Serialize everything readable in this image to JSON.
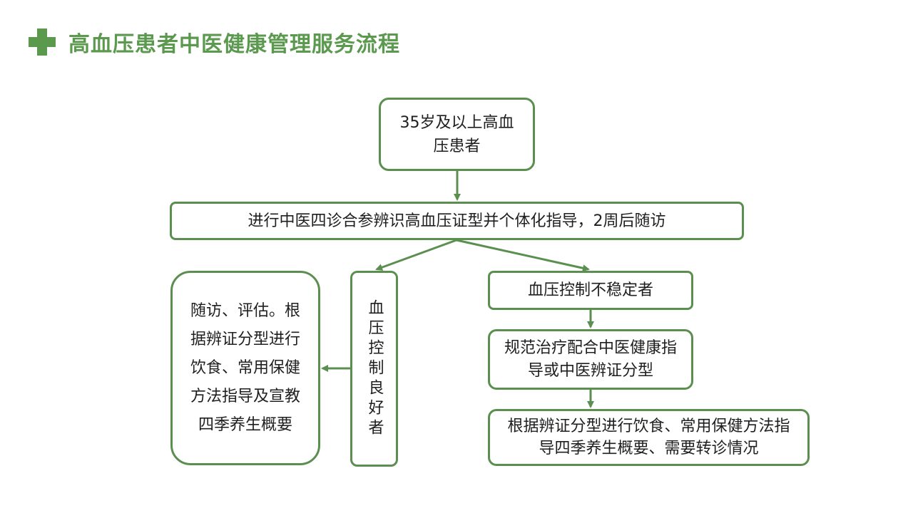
{
  "page": {
    "title": "高血压患者中医健康管理服务流程"
  },
  "icons": {
    "title_icon": "green-cross-icon"
  },
  "colors": {
    "accent": "#5b9a4e",
    "border": "#5b8f4f"
  },
  "nodes": {
    "start": "35岁及以上高血压患者",
    "diagnosis": "进行中医四诊合参辨识高血压证型并个体化指导，2周后随访",
    "controlled": "血压控制良好者",
    "controlled_action": "随访、评估。根据辨证分型进行饮食、常用保健方法指导及宣教四季养生概要",
    "unstable": "血压控制不稳定者",
    "unstable_step1": "规范治疗配合中医健康指导或中医辨证分型",
    "unstable_step2": "根据辨证分型进行饮食、常用保健方法指导四季养生概要、需要转诊情况"
  }
}
